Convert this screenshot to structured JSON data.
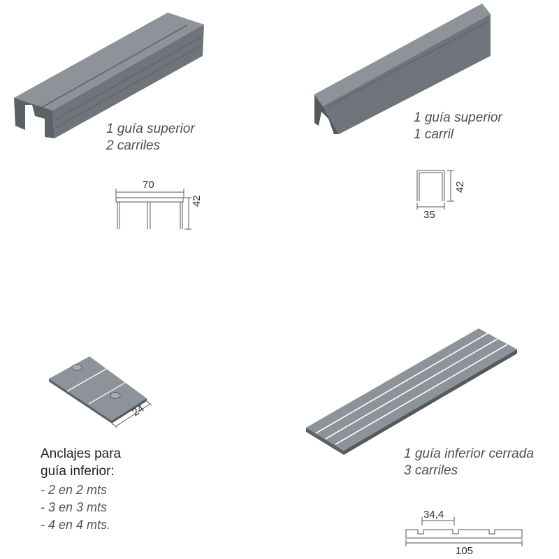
{
  "colors": {
    "metal_top": "#8e9399",
    "metal_side": "#6f747a",
    "metal_dark": "#55595e",
    "line": "#666666"
  },
  "panels": {
    "double_top_guide": {
      "caption": [
        "1 guía superior",
        "2 carriles"
      ],
      "dim_width": "70",
      "dim_height": "42"
    },
    "single_top_guide": {
      "caption": [
        "1 guía superior",
        "1 carril"
      ],
      "dim_width": "35",
      "dim_height": "42"
    },
    "anchor_plate": {
      "dim_width": "24",
      "title": [
        "Anclajes para",
        "guía inferior:"
      ],
      "items": [
        "- 2 en 2 mts",
        "- 3 en 3 mts",
        "- 4 en 4 mts."
      ]
    },
    "bottom_guide": {
      "caption": [
        "1 guía inferior cerrada",
        "3 carriles"
      ],
      "dim_inner": "34,4",
      "dim_total": "105"
    }
  }
}
